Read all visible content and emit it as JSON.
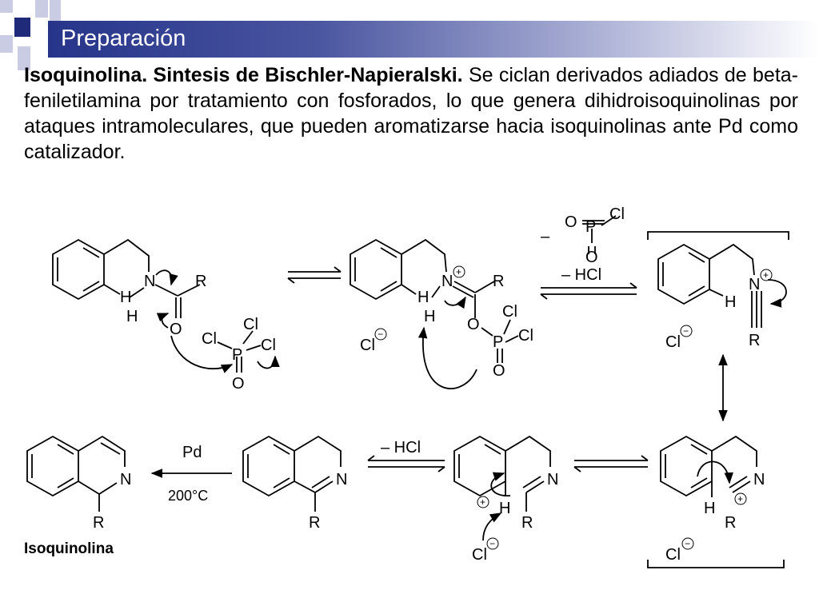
{
  "slide": {
    "title": "Preparación",
    "body_bold": "Isoquinolina. Sintesis de Bischler-Napieralski.",
    "body_rest": " Se ciclan derivados adiados de beta-feniletilamina por tratamiento con fosforados, lo que genera dihidroisoquinolinas por ataques intramoleculares, que pueden aromatizarse hacia isoquinolinas ante Pd como catalizador."
  },
  "scheme": {
    "atoms": {
      "n": "N",
      "h": "H",
      "o": "O",
      "r": "R",
      "p": "P",
      "cl": "Cl"
    },
    "reagents": {
      "minus_hcl": "– HCl",
      "minus": "–",
      "pd": "Pd",
      "temperature": "200°C"
    },
    "charges": {
      "plus": "+",
      "minus": "−"
    },
    "product_label": "Isoquinolina"
  },
  "colors": {
    "title_bar_dark": "#26348a",
    "title_text": "#ffffff",
    "deco_dark": "#1f2a7a",
    "deco_light": "#b8bcdc"
  }
}
